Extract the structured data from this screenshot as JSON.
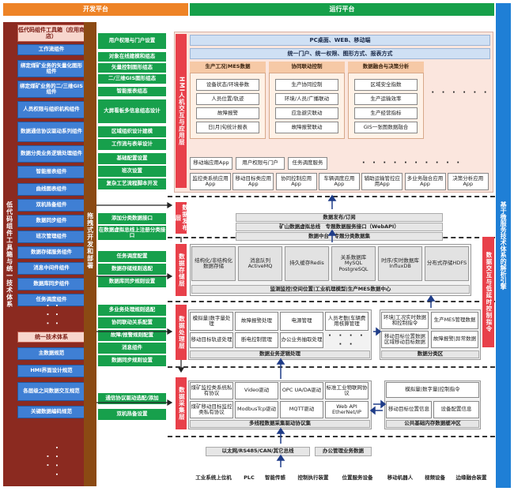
{
  "header": {
    "dev_platform": "开发平台",
    "run_platform": "运行平台"
  },
  "right_side": "基于微服务技术体系的解析引擎",
  "left": {
    "vertical_label": "低代码组件工具箱与统一技术体系",
    "toolbox_title": "低代码组件工具箱（应用商店）",
    "tools": [
      "工作流组件",
      "绑定煤矿业务的矢量化图形组件",
      "绑定煤矿业务的二/三维GIS组件",
      "人员权限与组织机构组件",
      "数据通信协议驱动系列组件",
      "数据分类业务逻辑处理组件",
      "智能报表组件",
      "曲线图表组件",
      "双机热备组件",
      "数据同步组件",
      "班次管理组件",
      "数据存储服务组件",
      "消息中间件组件",
      "数据库同步组件",
      "任务调度组件"
    ],
    "tool_dots": "· · · · · ·",
    "tech_title": "统一技术体系",
    "tech": [
      "主数据规范",
      "HMI界面设计规范",
      "各层级之间数据交互规范",
      "关键数据编码规范"
    ],
    "tech_dots": "· · · · · ·"
  },
  "dev_column": {
    "label": "拖拽式开发和部署"
  },
  "dev_boxes": [
    "用户权限与门户设置",
    "对象在线建模和组态",
    "矢量控制图形组态",
    "二/三维GIS图形组态",
    "智能报表组态",
    "大屏看板多信息组态设计",
    "区域组织设计建模",
    "工作流与表单设计",
    "基础配置设置",
    "班次设置",
    "复杂工艺流程脚本开发",
    "添加分类数据接口",
    "在数据虚拟总线上注册分类接口",
    "任务调度配置",
    "数据存储规则选配",
    "数据库同步规则设置",
    "多业务处理规则选配",
    "协同联动关系配置",
    "故障/报警规则配置",
    "消息组件",
    "数据同步规则设置",
    "通信协议驱动选配/添加",
    "双机热备设置"
  ],
  "hmi": {
    "label": "HMI人机交互与应用层",
    "portal": "PC桌面、WEB、移动端",
    "unify": "统一门户、统一权限、图形方式、报表方式",
    "groups": [
      {
        "title": "生产工况|MES数据",
        "items": [
          "设备状态/环境参数",
          "人员位置/轨迹",
          "故障报警",
          "日|月|旬统计报表"
        ]
      },
      {
        "title": "协同联动控制",
        "items": [
          "生产协同控制",
          "环境/人员/广播联动",
          "应急避灾联动",
          "故障报警联动"
        ]
      },
      {
        "title": "数据融合与决策分析",
        "items": [
          "区域安全指数",
          "生产运输效率",
          "生产经营指标",
          "GIS一张图数据融合"
        ]
      }
    ],
    "group_dots": "· · · · · ·",
    "apps_row1": [
      "移动端应用App",
      "用户权限与门户",
      "任务调度服务"
    ],
    "row1_dots": "· · · · · · · · · ·",
    "apps_row2": [
      "监控类系统应用App",
      "移动目标类应用App",
      "协同控制应用App",
      "车辆调度应用App",
      "辅助运输管控应用App",
      "多业务融合应用App",
      "决策分析应用App"
    ]
  },
  "publish": {
    "label": "数据发布层",
    "line1": "数据发布/订阅",
    "line2": "矿山数据虚拟总线　专题数据服务接口（WebAPI）",
    "line3": "数据中台　专题分类数据集"
  },
  "storage": {
    "label": "数据存储层",
    "items": [
      "结构化/非结构化数据存储",
      "消息队列ActiveMQ",
      "持久缓存Redis",
      "关系数据库MySQL PostgreSQL",
      "时序/实时数据库InfluxDB",
      "分布式存储HDFS"
    ],
    "bottom": "监测监控|空间位置|工业机理模型|生产MES数据中心"
  },
  "right_red": {
    "label": "数据交互与低延时控制指令"
  },
  "processing": {
    "label": "数据处理层",
    "row1": [
      "模拟量|数字量处理",
      "故障报警处理",
      "电源管理",
      "人员考勤|车辆费用核算管理"
    ],
    "row2": [
      "移动目标轨迹处理",
      "断电控制管理",
      "办公业务抽取处理"
    ],
    "row2_dots": "· · · · · ·",
    "bottom": "数据业务逻辑处理",
    "sub": [
      "环境|工况实时数据和控制指令",
      "生产MES管理数据",
      "移动目标位置数据区域移动目标数据",
      "故障报警|异常数据"
    ],
    "sub_bottom": "数据分类区"
  },
  "collect": {
    "label": "数据采集层",
    "items": [
      "煤矿监控类系统私有协议",
      "Video驱动",
      "OPC UA/DA驱动",
      "标准工业物联网协议",
      "煤矿移动目标监控类私有协议",
      "ModbusTcp驱动",
      "MQTT驱动",
      "Web API EtherNet/IP"
    ],
    "bottom": "多线程数据采集驱动协议集",
    "public": [
      "模拟量|数字量|控制指令",
      "移动目标位置信息",
      "设备配置信息"
    ],
    "public_bottom": "公共基础内存数据缓冲区"
  },
  "network": [
    "以太网/RS485/CAN/其它总线",
    "办公管理业务数据"
  ],
  "devices": [
    "工业系统上位机",
    "PLC",
    "智能传感",
    "控制执行装置",
    "位置服务设备",
    "移动机器人",
    "视频设备",
    "边缘融合装置"
  ]
}
